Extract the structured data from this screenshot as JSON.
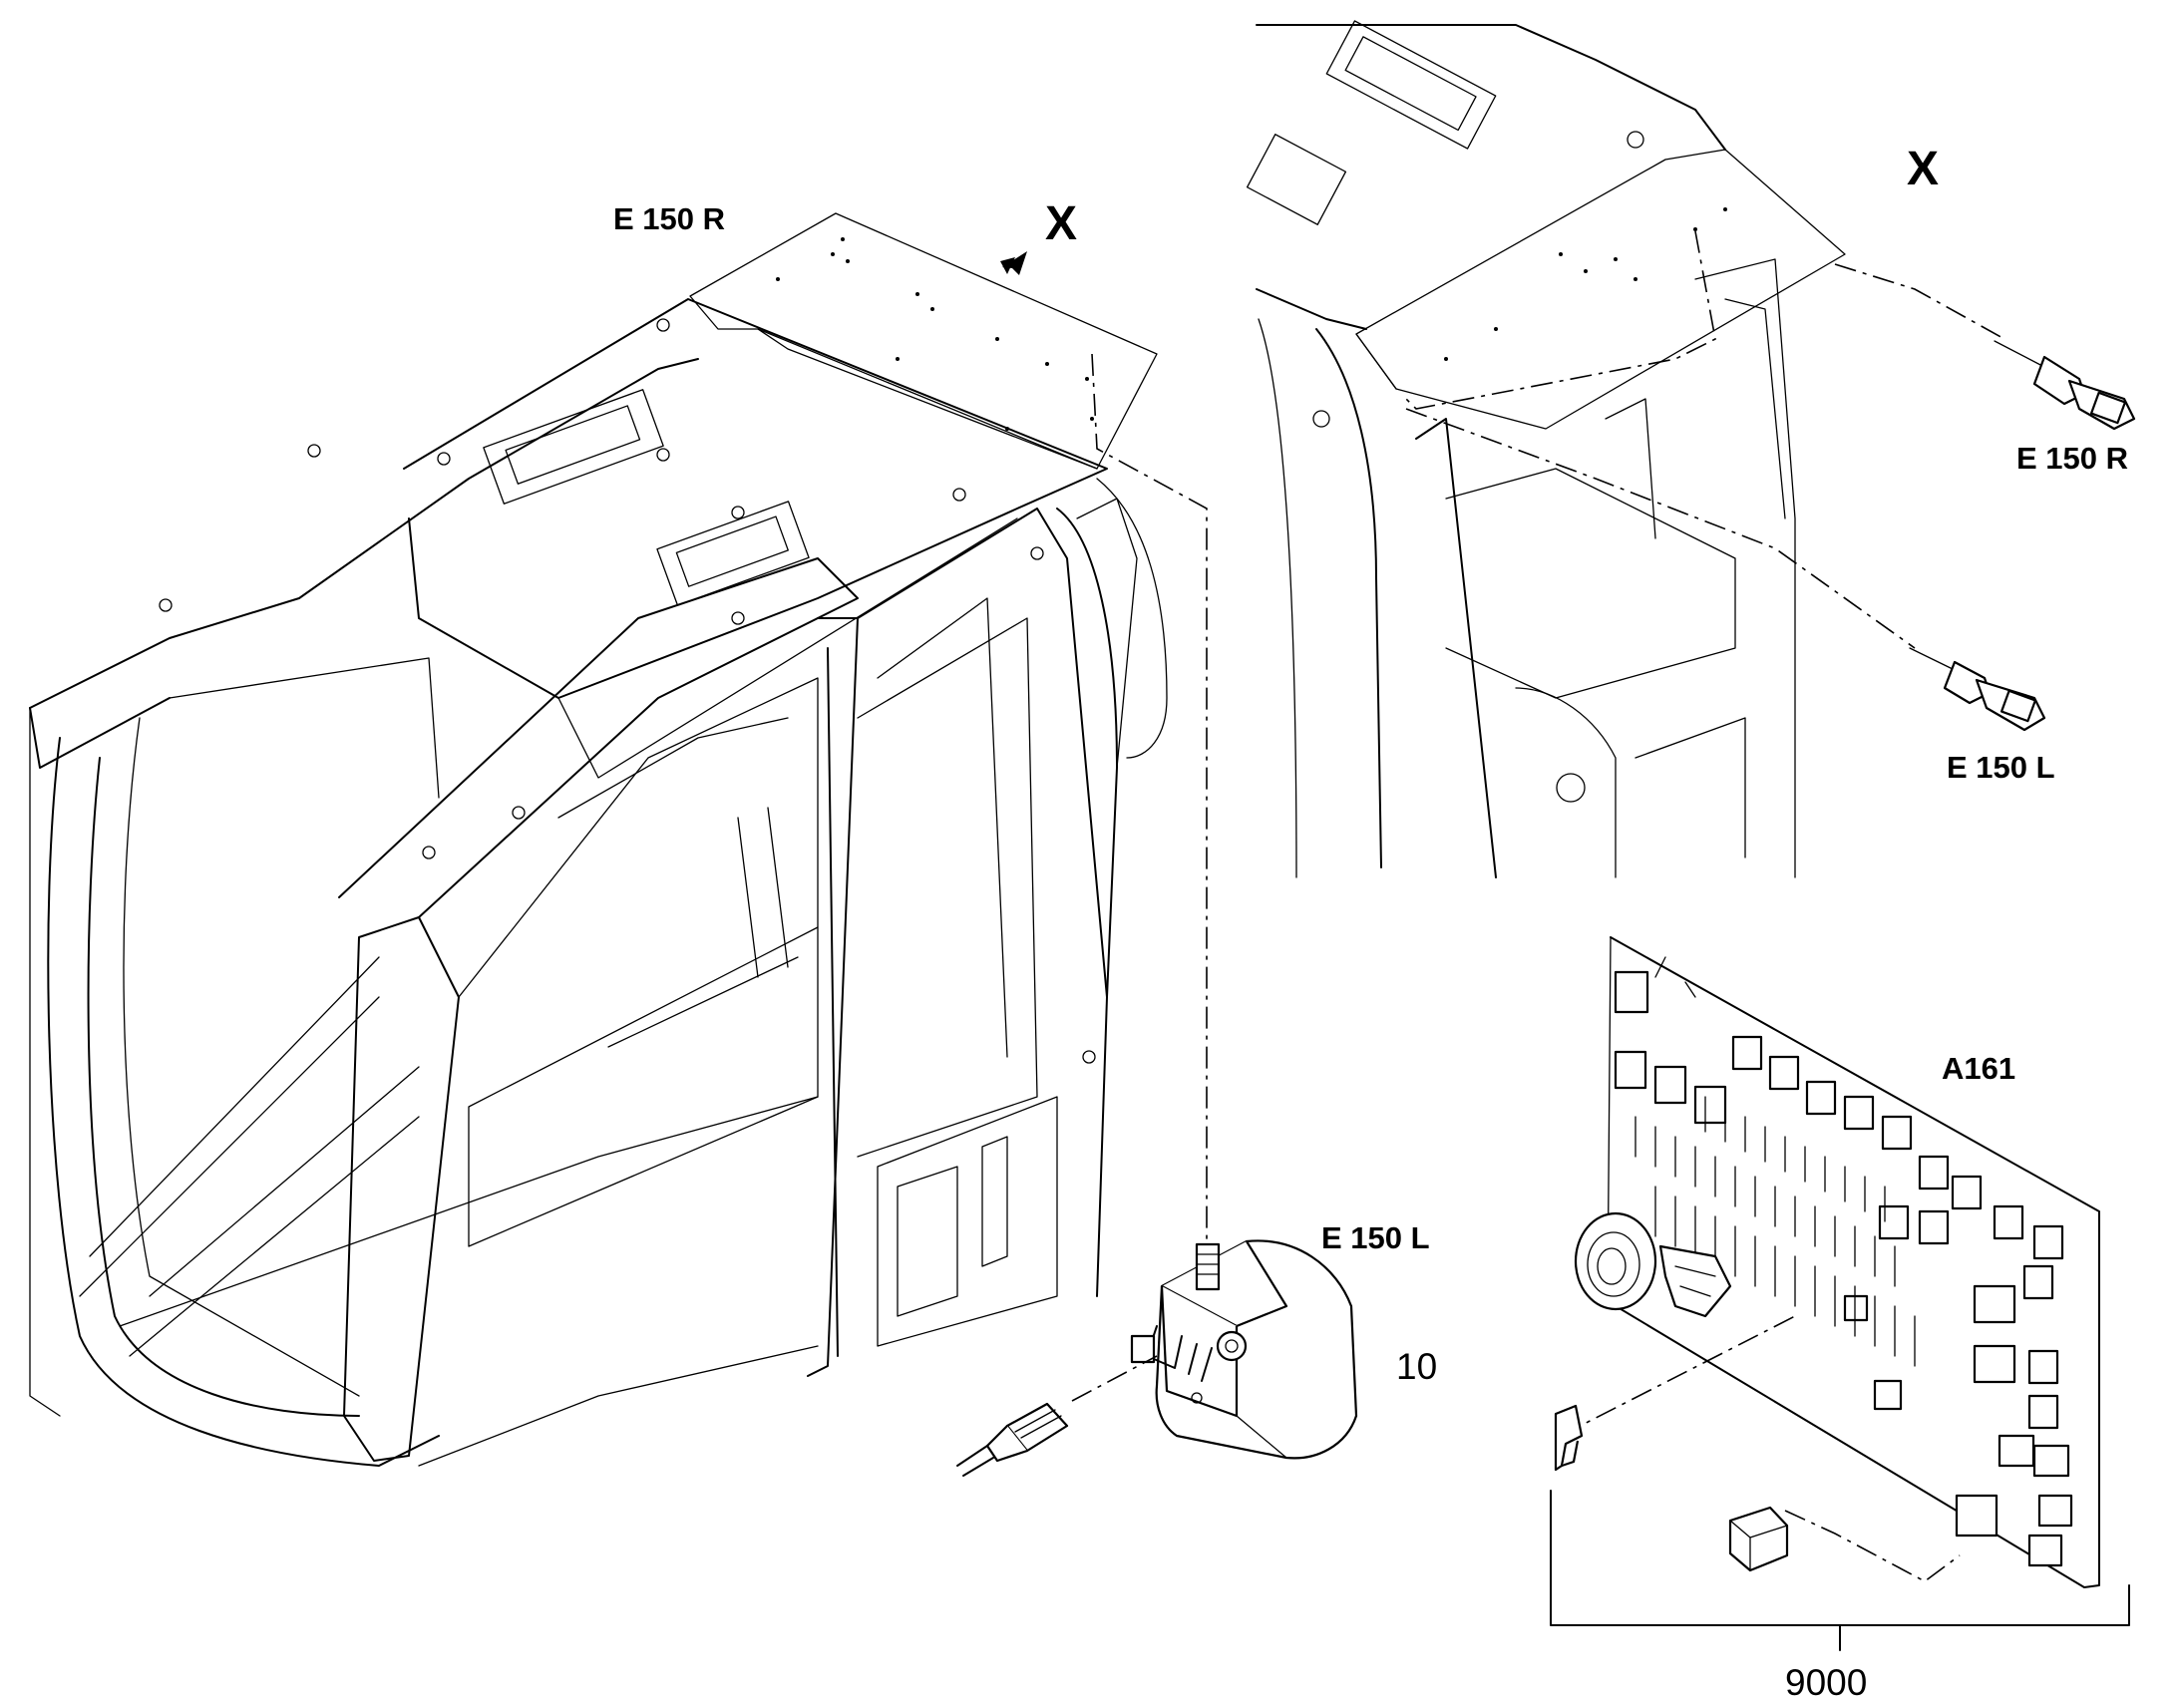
{
  "labels": {
    "main_e150r": "E 150 R",
    "main_x": "X",
    "main_e150l": "E 150 L",
    "part_10": "10",
    "detail_x": "X",
    "detail_e150r": "E 150 R",
    "detail_e150l": "E 150 L",
    "a161": "A161",
    "part_9000": "9000"
  }
}
